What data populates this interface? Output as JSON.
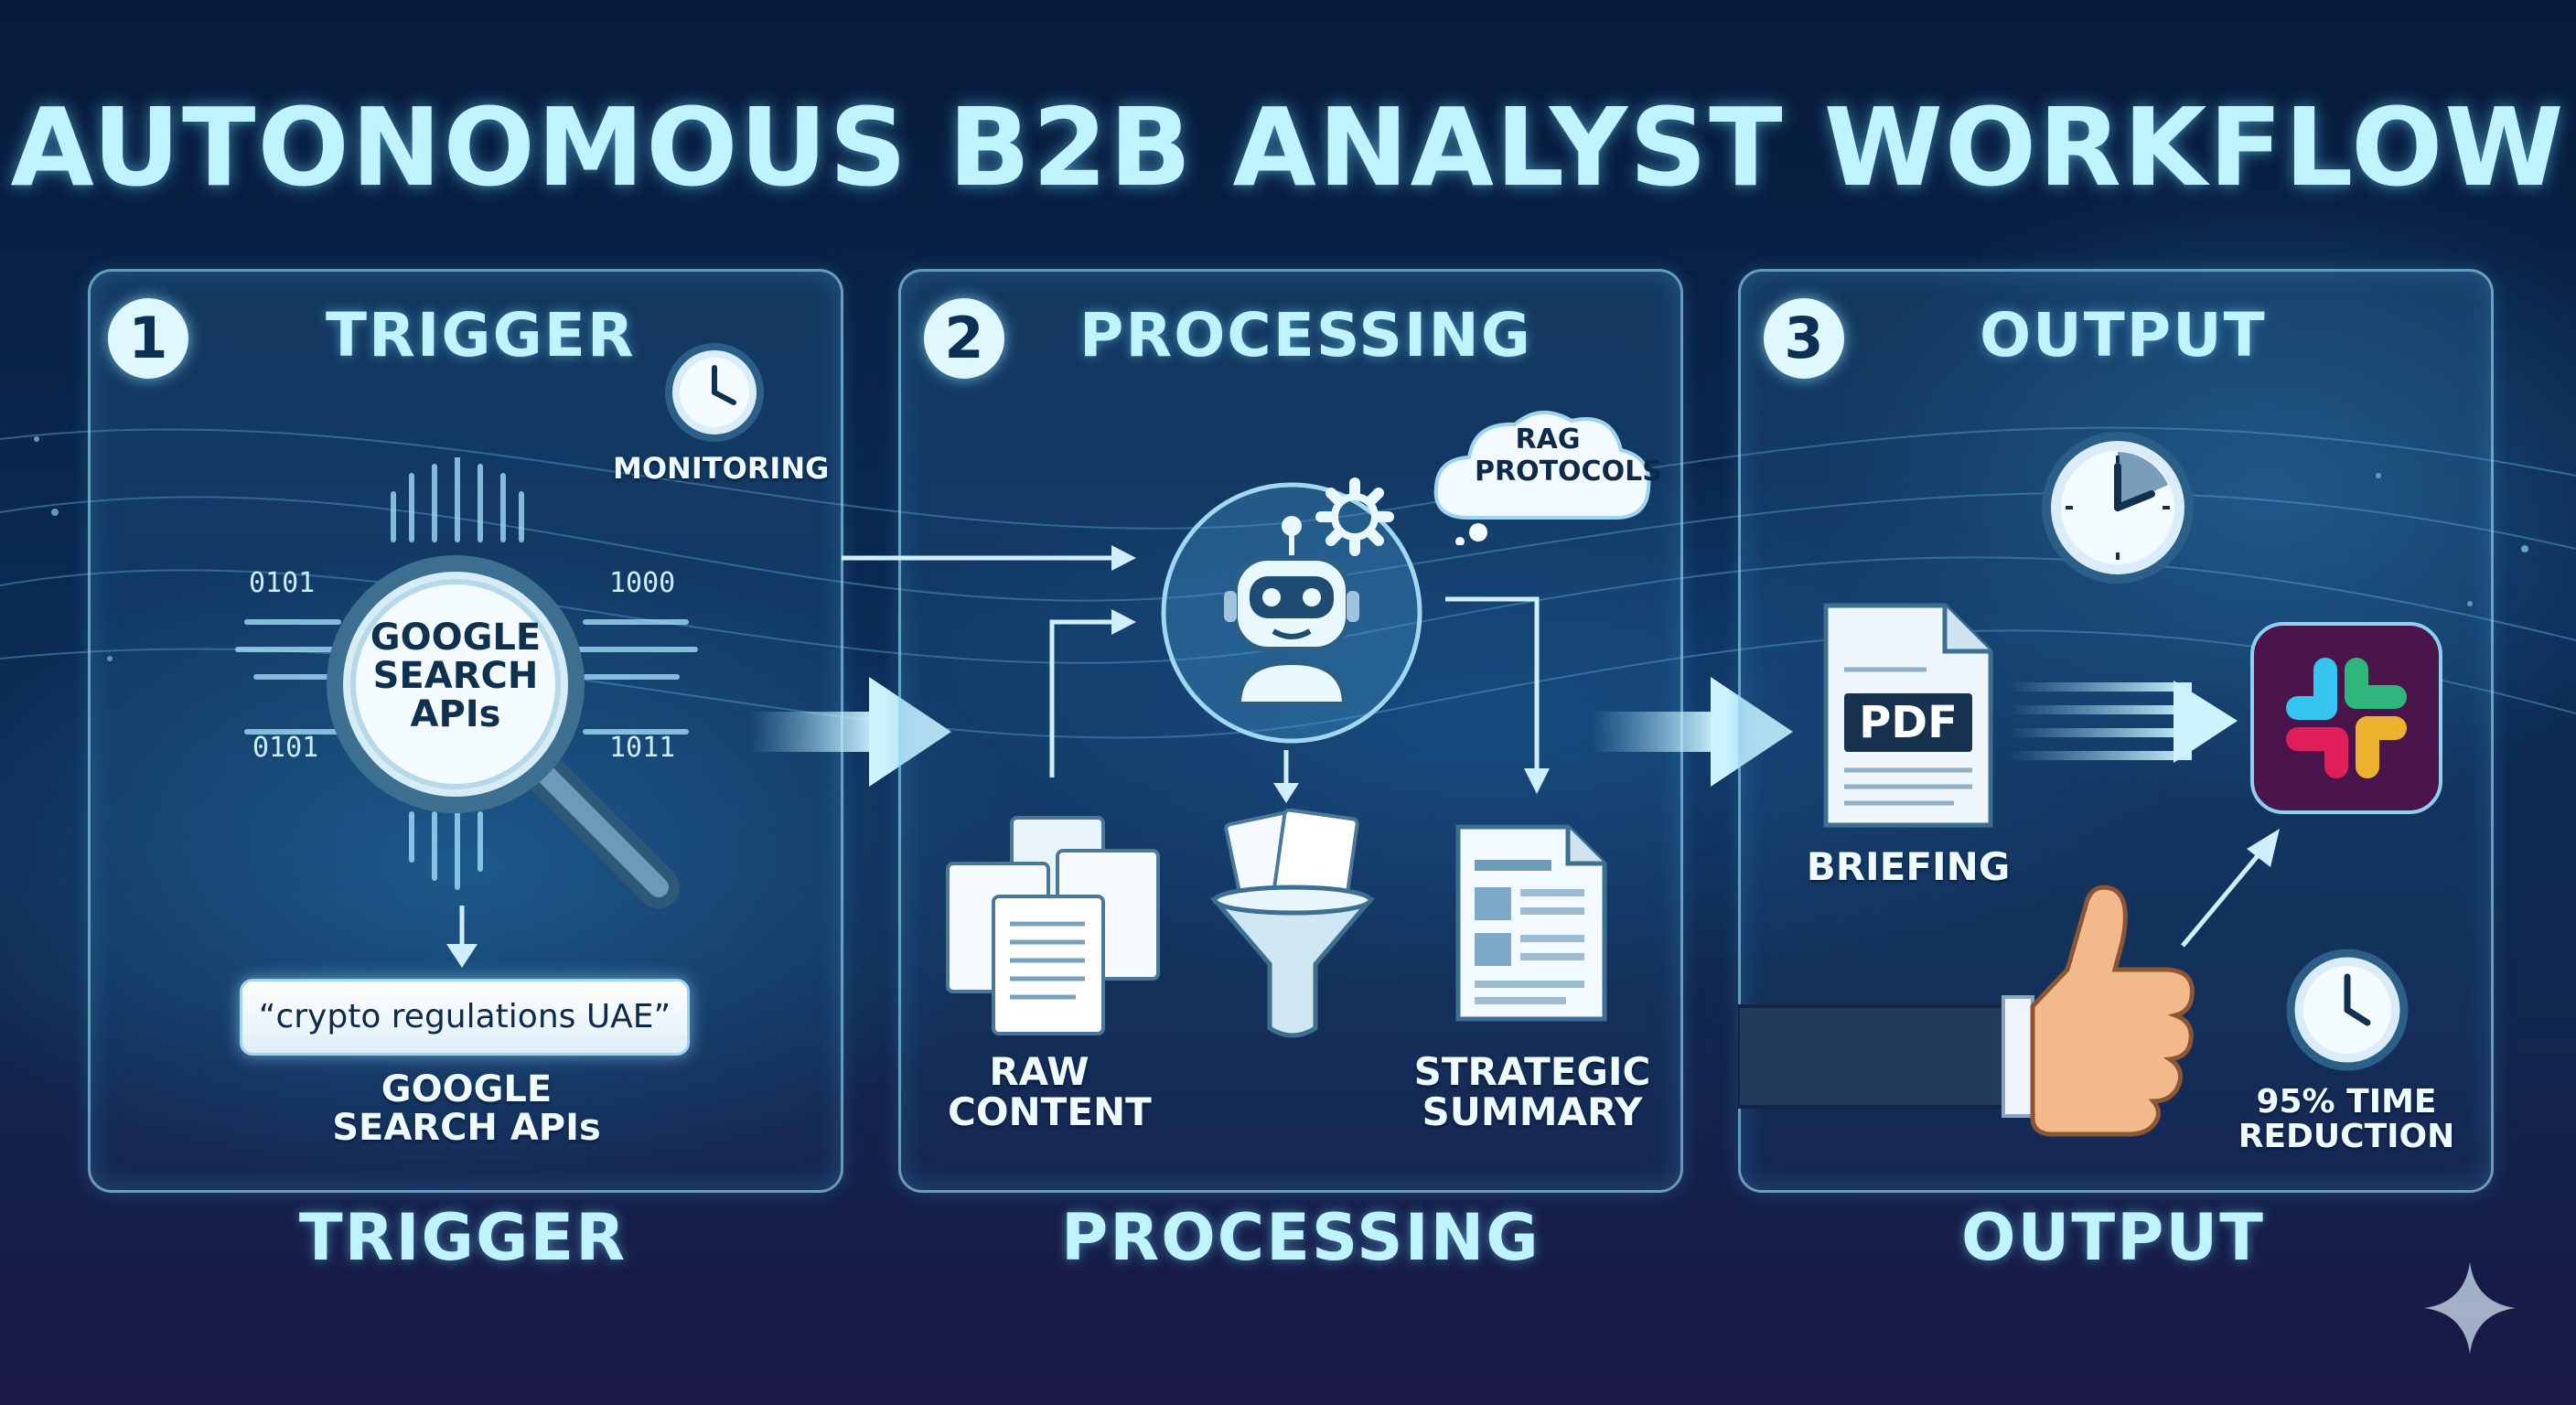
{
  "title": "AUTONOMOUS B2B ANALYST WORKFLOW",
  "panels": [
    {
      "number": "1",
      "title": "TRIGGER",
      "bottom_label": "TRIGGER",
      "monitoring_label": "MONITORING",
      "magnifier_text": "GOOGLE SEARCH APIs",
      "binary_left_top": "0101",
      "binary_right_top": "1000",
      "binary_left_bottom": "0101",
      "binary_right_bottom": "1011",
      "query": "“crypto regulations UAE”",
      "source_label": "GOOGLE SEARCH APIs"
    },
    {
      "number": "2",
      "title": "PROCESSING",
      "bottom_label": "PROCESSING",
      "cloud_label": "RAG PROTOCOLS",
      "raw_label": "RAW CONTENT",
      "summary_label": "STRATEGIC SUMMARY"
    },
    {
      "number": "3",
      "title": "OUTPUT",
      "bottom_label": "OUTPUT",
      "pdf_text": "PDF",
      "briefing_label": "BRIEFING",
      "reduction_label": "95% TIME REDUCTION"
    }
  ],
  "icons": {
    "clock": "clock-icon",
    "magnifier": "magnifier-icon",
    "robot": "robot-icon",
    "gear": "gear-icon",
    "documents": "document-stack-icon",
    "funnel": "funnel-icon",
    "summary": "summary-document-icon",
    "pdf": "pdf-document-icon",
    "slack": "slack-logo-icon",
    "thumbs_up": "thumbs-up-icon",
    "sparkle": "sparkle-icon"
  },
  "colors": {
    "background_top": "#071a3a",
    "background_bottom": "#1a1845",
    "accent": "#bff3ff",
    "panel_border": "#96d7f0",
    "slack_bg": "#4a154b",
    "slack_blue": "#36c5f0",
    "slack_green": "#2eb67d",
    "slack_red": "#e01e5a",
    "slack_yellow": "#ecb22e"
  }
}
